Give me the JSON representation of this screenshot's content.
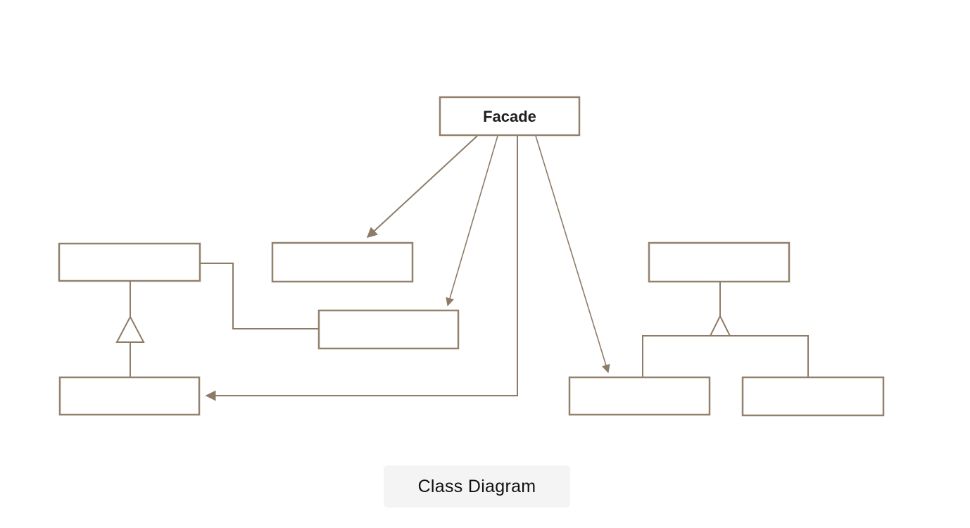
{
  "diagram": {
    "caption": "Class Diagram",
    "nodes": {
      "facade": {
        "label": "Facade"
      },
      "left_top": {
        "label": ""
      },
      "left_bottom": {
        "label": ""
      },
      "mid_top": {
        "label": ""
      },
      "mid_lower": {
        "label": ""
      },
      "right_top": {
        "label": ""
      },
      "right_bottom_left": {
        "label": ""
      },
      "right_bottom_right": {
        "label": ""
      }
    },
    "connector_types": {
      "facade_to_mid_top": "directed-association",
      "facade_to_mid_lower": "directed-association",
      "facade_to_left_bottom": "directed-association-elbow",
      "facade_to_right_bottom_left": "directed-association",
      "left_top_to_mid_lower": "association-elbow",
      "left_top_to_left_bottom": "generalization",
      "right_top_to_children": "generalization-tree"
    }
  },
  "colors": {
    "background": "#ffffff",
    "node_border": "#93816e",
    "connector_stroke": "#8d7b68",
    "node_fill": "#ffffff",
    "node_text": "#1f1f1f",
    "caption_background": "#f4f4f4",
    "caption_text": "#111111"
  }
}
